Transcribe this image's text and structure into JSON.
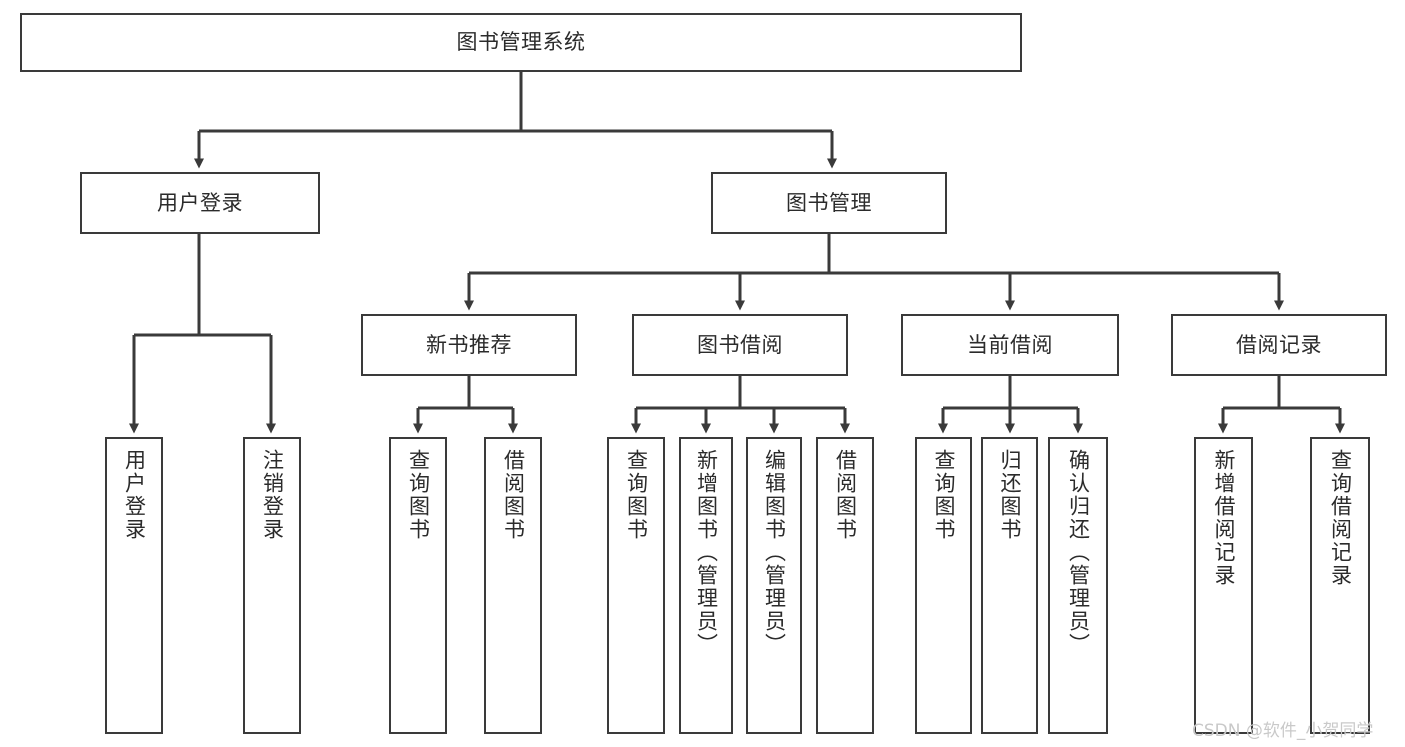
{
  "diagram": {
    "type": "tree-hierarchy",
    "title": "图书管理系统",
    "orientation": "top-down",
    "colors": {
      "box_border": "#3a3a3a",
      "box_fill": "#ffffff",
      "connector": "#3a3a3a",
      "text": "#2b2b2b",
      "watermark": "#c9c9c9"
    },
    "root": {
      "label": "图书管理系统"
    },
    "level1": [
      {
        "label": "用户登录"
      },
      {
        "label": "图书管理"
      }
    ],
    "level2": [
      {
        "label": "新书推荐"
      },
      {
        "label": "图书借阅"
      },
      {
        "label": "当前借阅"
      },
      {
        "label": "借阅记录"
      }
    ],
    "leaves": {
      "user_login": [
        {
          "label": "用户登录"
        },
        {
          "label": "注销登录"
        }
      ],
      "new_book_recommend": [
        {
          "label": "查询图书"
        },
        {
          "label": "借阅图书"
        }
      ],
      "book_borrow": [
        {
          "label": "查询图书"
        },
        {
          "label": "新增图书（管理员）"
        },
        {
          "label": "编辑图书（管理员）"
        },
        {
          "label": "借阅图书"
        }
      ],
      "current_borrow": [
        {
          "label": "查询图书"
        },
        {
          "label": "归还图书"
        },
        {
          "label": "确认归还（管理员）"
        }
      ],
      "borrow_record": [
        {
          "label": "新增借阅记录"
        },
        {
          "label": "查询借阅记录"
        }
      ]
    }
  },
  "watermark": {
    "text": "CSDN @软件_小贺同学"
  }
}
